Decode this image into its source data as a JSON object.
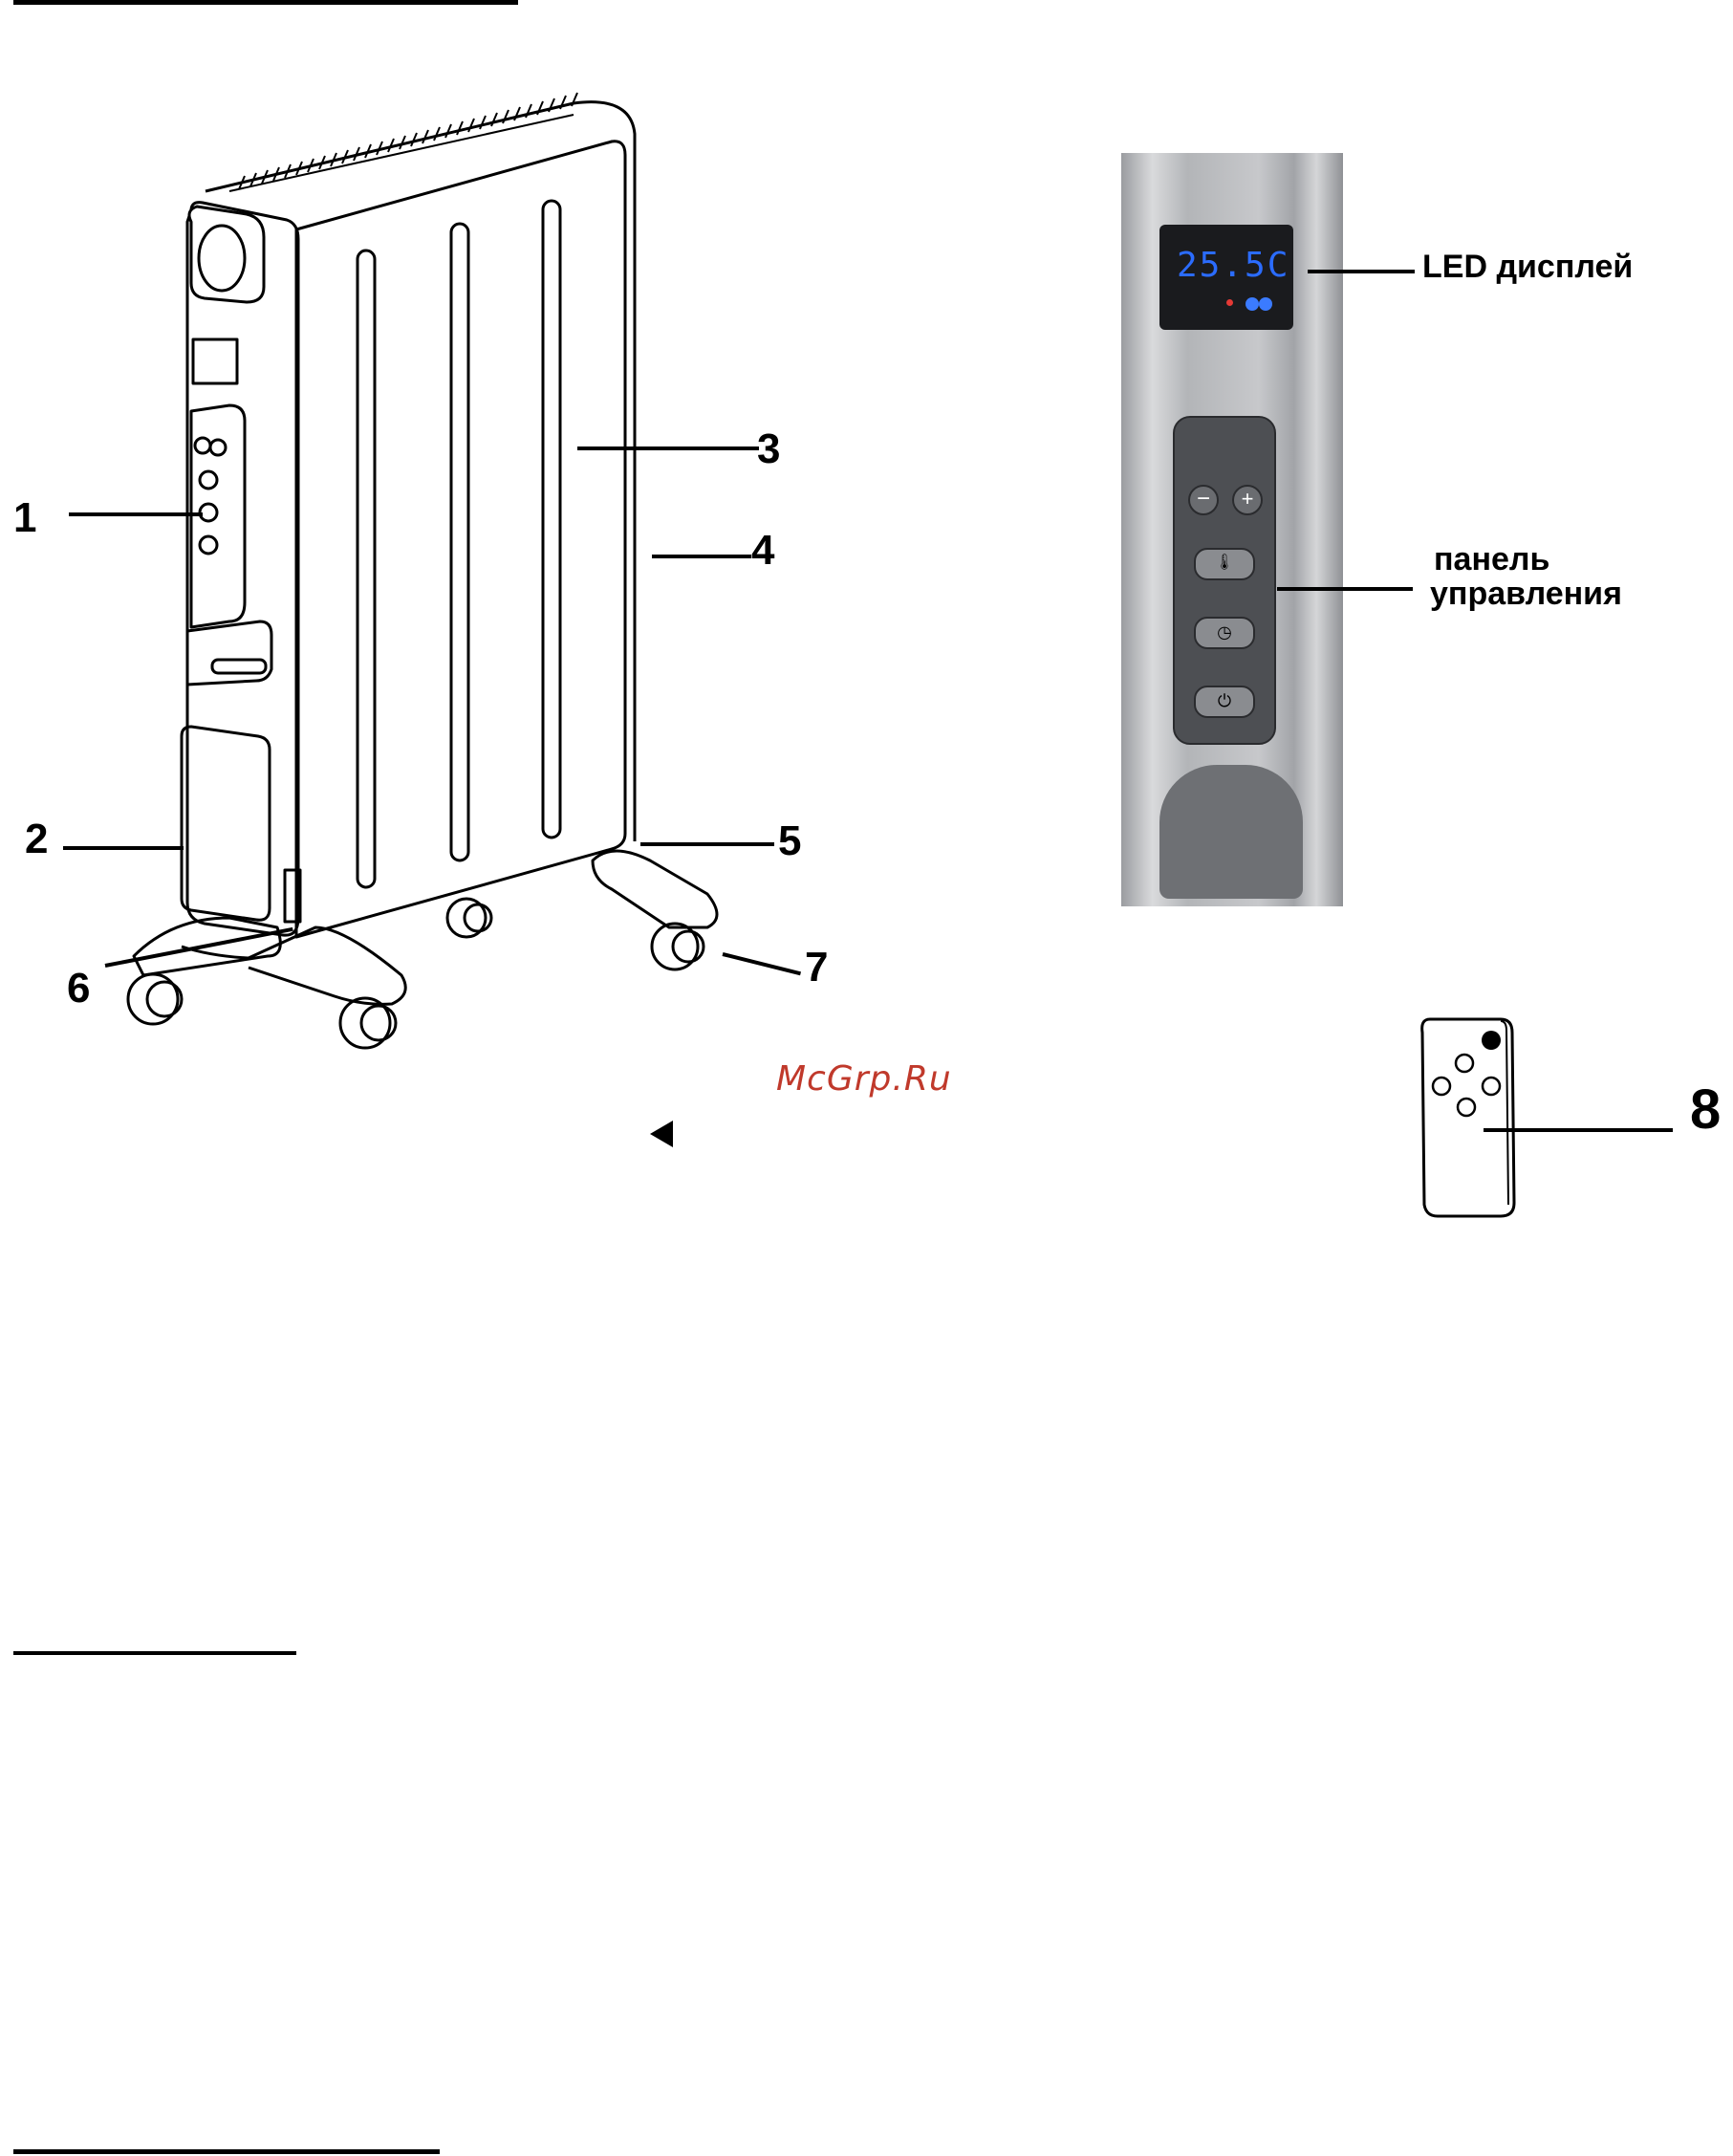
{
  "callouts": {
    "n1": "1",
    "n2": "2",
    "n3": "3",
    "n4": "4",
    "n5": "5",
    "n6": "6",
    "n7": "7",
    "n8": "8"
  },
  "panel": {
    "display_value": "25.5C",
    "led_label": "LED дисплей",
    "control_label_line1": "панель",
    "control_label_line2": "управления"
  },
  "watermark": "McGrp.Ru",
  "colors": {
    "display_digits": "#2b6cff",
    "panel_body": "#a9abaf",
    "watermark": "#c0392b"
  }
}
